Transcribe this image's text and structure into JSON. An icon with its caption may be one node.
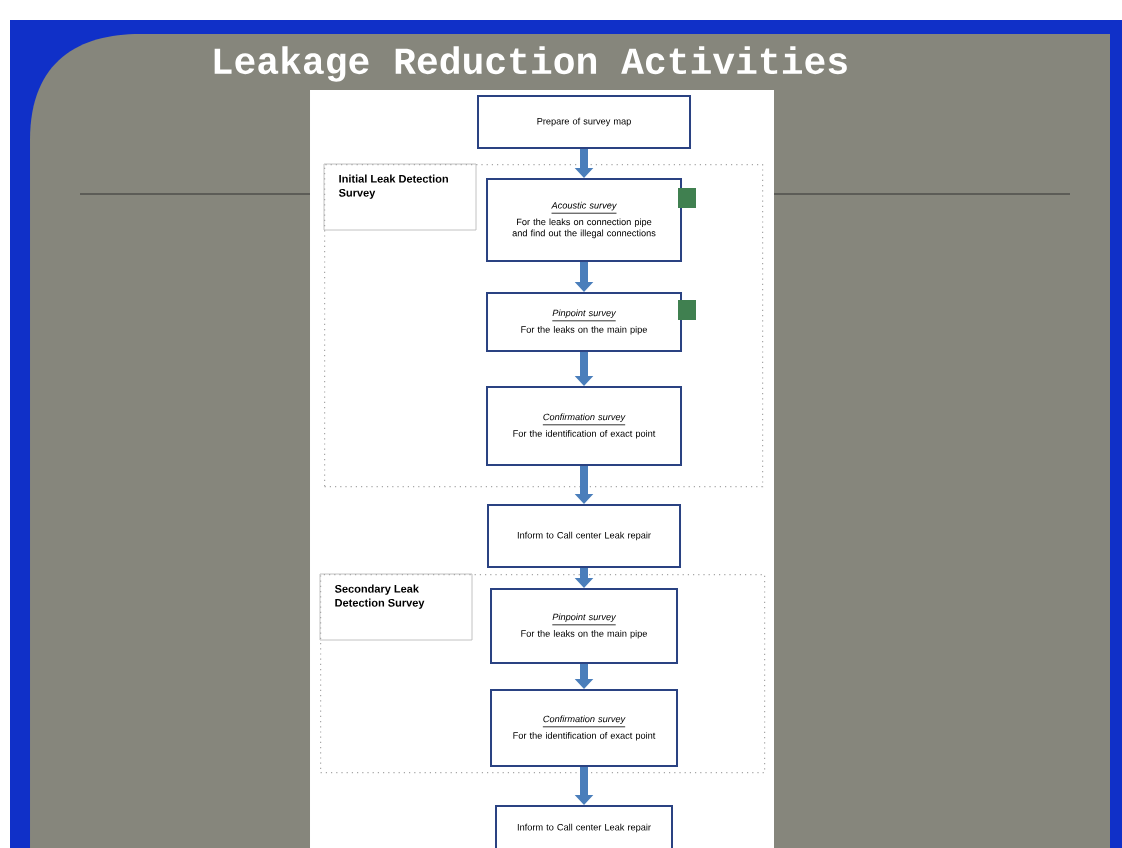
{
  "diagram": {
    "title": "Leakage Reduction Activities",
    "nodes": [
      {
        "text": [
          "Prepare of survey map"
        ]
      },
      {
        "text": [
          "Initial Leak Detection Survey"
        ]
      },
      {
        "text": [
          "Acoustic survey",
          "For the leaks on connection pipe and find out the illegal connections"
        ],
        "in": 1
      },
      {
        "text": [
          "Pinpoint survey",
          "For the leaks on the main pipe"
        ],
        "in": 1
      },
      {
        "text": [
          "Confirmation survey",
          "For the identification of exact point"
        ],
        "in": 1
      },
      {
        "text": [
          "Inform to Call center Leak repair"
        ]
      },
      {
        "text": [
          "Secondary Leak Detection Survey"
        ]
      },
      {
        "text": [
          "Pinpoint survey",
          "For the leaks on the main pipe"
        ],
        "in": 6
      },
      {
        "text": [
          "Confirmation survey",
          "For the identification of exact point"
        ],
        "in": 6
      },
      {
        "text": [
          "Inform to Call center Leak repair"
        ]
      }
    ],
    "edges": [
      {
        "from": 0,
        "to": 2,
        "arrow": "to"
      },
      {
        "from": 2,
        "to": 3,
        "arrow": "to"
      },
      {
        "from": 3,
        "to": 4,
        "arrow": "to"
      },
      {
        "from": 4,
        "to": 5,
        "arrow": "to"
      },
      {
        "from": 5,
        "to": 7,
        "arrow": "to"
      },
      {
        "from": 7,
        "to": 8,
        "arrow": "to"
      },
      {
        "from": 8,
        "to": 9,
        "arrow": "to"
      }
    ]
  }
}
